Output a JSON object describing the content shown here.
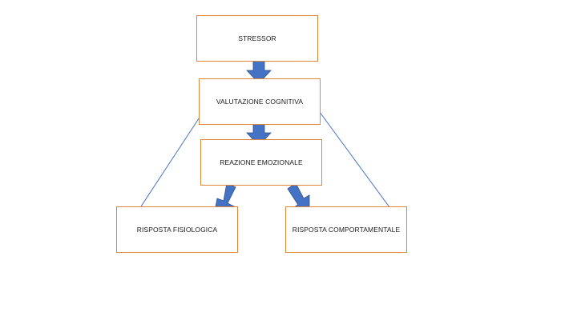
{
  "diagram": {
    "nodes": {
      "stressor": "STRESSOR",
      "valutazione": "VALUTAZIONE COGNITIVA",
      "reazione": "REAZIONE EMOZIONALE",
      "fisiologica": "RISPOSTA FISIOLOGICA",
      "comportamentale": "RISPOSTA COMPORTAMENTALE"
    },
    "colors": {
      "box_border": "#e0863a",
      "block_arrow_fill": "#4472c4",
      "block_arrow_stroke": "#2f528f",
      "feedback_line": "#4472c4"
    }
  }
}
